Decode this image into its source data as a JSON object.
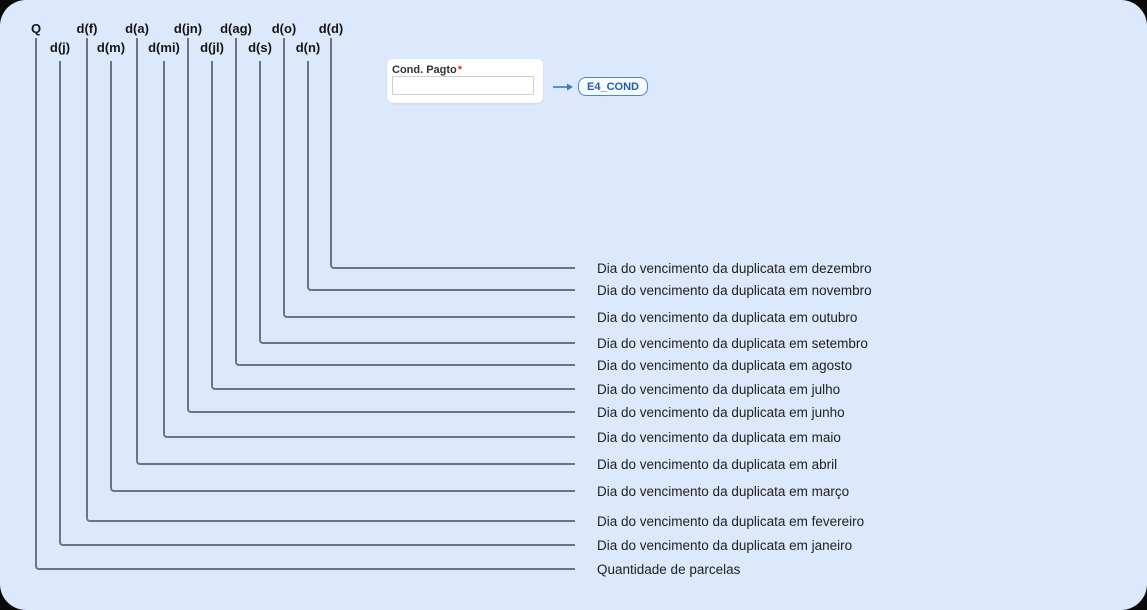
{
  "panel": {
    "background_color": "#dce8fb",
    "connector_line_color": "#6b7487",
    "accent_blue": "#2e6db4",
    "required_red": "#e03131"
  },
  "form": {
    "label": "Cond. Pagto",
    "required_marker": "*",
    "input_value": "",
    "input_placeholder": ""
  },
  "mapping": {
    "arrow_icon": "right-arrow",
    "field_code": "E4_COND"
  },
  "diagram": {
    "fields": [
      {
        "label": "Q",
        "description": "Quantidade de parcelas"
      },
      {
        "label": "d(j)",
        "description": "Dia do vencimento da duplicata em janeiro"
      },
      {
        "label": "d(f)",
        "description": "Dia do vencimento da duplicata em fevereiro"
      },
      {
        "label": "d(m)",
        "description": "Dia do vencimento da duplicata em março"
      },
      {
        "label": "d(a)",
        "description": "Dia do vencimento da duplicata em abril"
      },
      {
        "label": "d(mi)",
        "description": "Dia do vencimento da duplicata em maio"
      },
      {
        "label": "d(jn)",
        "description": "Dia do vencimento da duplicata em junho"
      },
      {
        "label": "d(jl)",
        "description": "Dia do vencimento da duplicata em julho"
      },
      {
        "label": "d(ag)",
        "description": "Dia do vencimento da duplicata em agosto"
      },
      {
        "label": "d(s)",
        "description": "Dia do vencimento da duplicata em setembro"
      },
      {
        "label": "d(o)",
        "description": "Dia do vencimento da duplicata em outubro"
      },
      {
        "label": "d(n)",
        "description": "Dia do vencimento da duplicata em novembro"
      },
      {
        "label": "d(d)",
        "description": "Dia do vencimento da duplicata em dezembro"
      }
    ]
  }
}
